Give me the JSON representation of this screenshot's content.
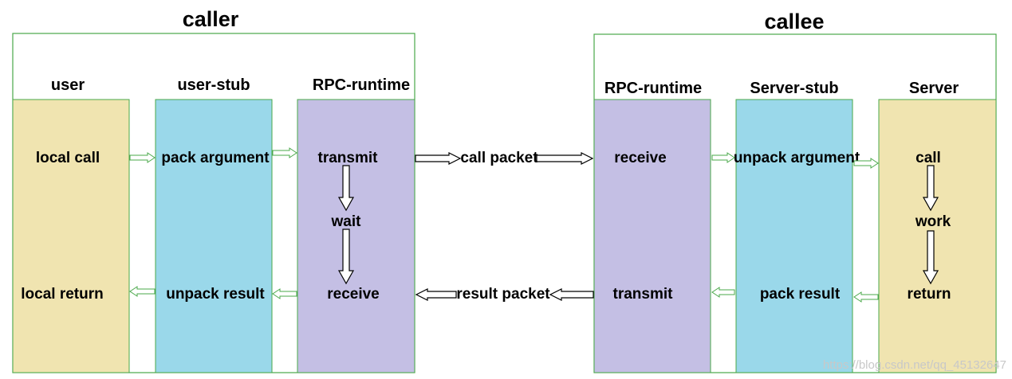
{
  "caller": {
    "title": "caller",
    "columns": {
      "user": {
        "title": "user",
        "color": "#f0e4b0",
        "steps": [
          "local call",
          "local return"
        ]
      },
      "stub": {
        "title": "user-stub",
        "color": "#9ad8ea",
        "steps": [
          "pack argument",
          "unpack result"
        ]
      },
      "runtime": {
        "title": "RPC-runtime",
        "color": "#c4bfe4",
        "steps": [
          "transmit",
          "wait",
          "receive"
        ]
      }
    }
  },
  "callee": {
    "title": "callee",
    "columns": {
      "runtime": {
        "title": "RPC-runtime",
        "color": "#c4bfe4",
        "steps": [
          "receive",
          "transmit"
        ]
      },
      "stub": {
        "title": "Server-stub",
        "color": "#9ad8ea",
        "steps": [
          "unpack argument",
          "pack result"
        ]
      },
      "server": {
        "title": "Server",
        "color": "#f0e4b0",
        "steps": [
          "call",
          "work",
          "return"
        ]
      }
    }
  },
  "network": {
    "request": "call packet",
    "response": "result packet"
  },
  "colors": {
    "arrow_outline": "#4aa84a",
    "border": "#4aa84a"
  },
  "watermark": "https://blog.csdn.net/qq_45132647"
}
